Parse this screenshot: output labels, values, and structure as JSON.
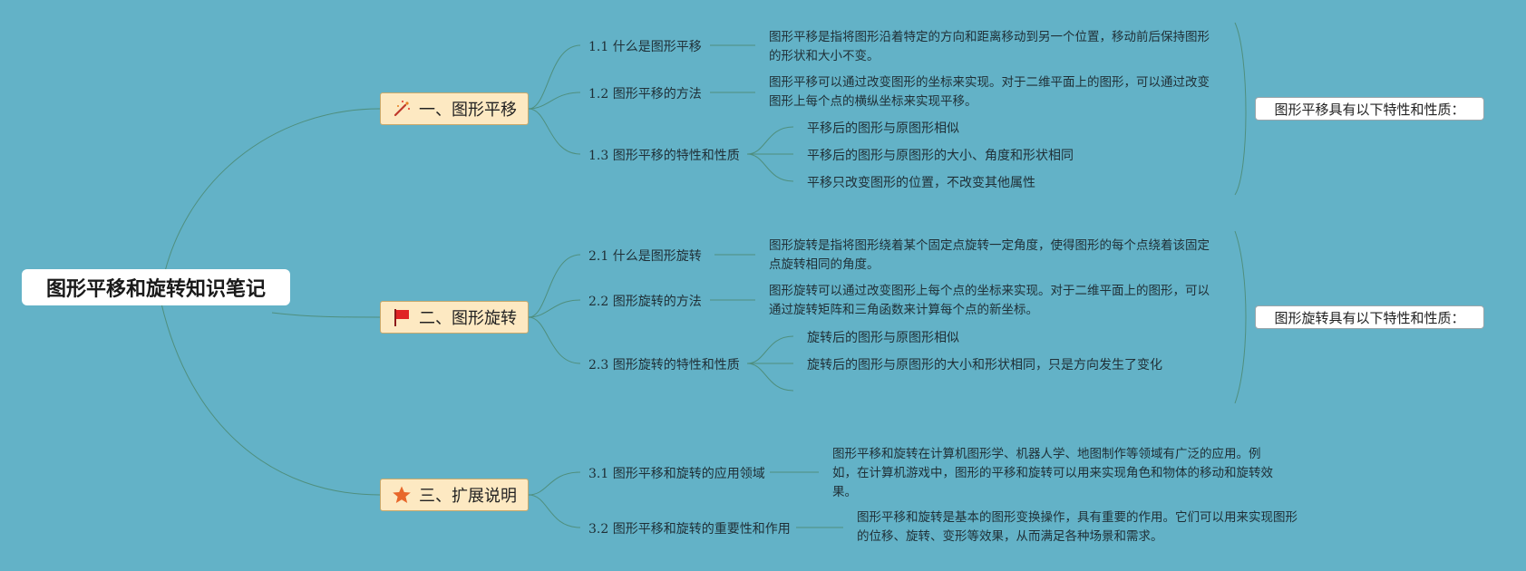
{
  "colors": {
    "background": "#63b2c7",
    "branch_fill": "#fde9c2",
    "line": "#4f8f7e",
    "root_fill": "#ffffff"
  },
  "root": {
    "title": "图形平移和旋转知识笔记"
  },
  "branches": [
    {
      "icon": "sparkle-wand-icon",
      "label": "一、图形平移",
      "subs": [
        {
          "label": "1.1 什么是图形平移",
          "desc": "图形平移是指将图形沿着特定的方向和距离移动到另一个位置，移动前后保持图形的形状和大小不变。"
        },
        {
          "label": "1.2 图形平移的方法",
          "desc": "图形平移可以通过改变图形的坐标来实现。对于二维平面上的图形，可以通过改变图形上每个点的横纵坐标来实现平移。"
        },
        {
          "label": "1.3 图形平移的特性和性质",
          "leaves": [
            "平移后的图形与原图形相似",
            "平移后的图形与原图形的大小、角度和形状相同",
            "平移只改变图形的位置，不改变其他属性"
          ]
        }
      ],
      "summary": "图形平移具有以下特性和性质："
    },
    {
      "icon": "red-flag-icon",
      "label": "二、图形旋转",
      "subs": [
        {
          "label": "2.1 什么是图形旋转",
          "desc": "图形旋转是指将图形绕着某个固定点旋转一定角度，使得图形的每个点绕着该固定点旋转相同的角度。"
        },
        {
          "label": "2.2 图形旋转的方法",
          "desc": "图形旋转可以通过改变图形上每个点的坐标来实现。对于二维平面上的图形，可以通过旋转矩阵和三角函数来计算每个点的新坐标。"
        },
        {
          "label": "2.3 图形旋转的特性和性质",
          "leaves": [
            "旋转后的图形与原图形相似",
            "旋转后的图形与原图形的大小和形状相同，只是方向发生了变化"
          ]
        }
      ],
      "summary": "图形旋转具有以下特性和性质："
    },
    {
      "icon": "orange-star-icon",
      "label": "三、扩展说明",
      "subs": [
        {
          "label": "3.1 图形平移和旋转的应用领域",
          "desc": "图形平移和旋转在计算机图形学、机器人学、地图制作等领域有广泛的应用。例如，在计算机游戏中，图形的平移和旋转可以用来实现角色和物体的移动和旋转效果。"
        },
        {
          "label": "3.2 图形平移和旋转的重要性和作用",
          "desc": "图形平移和旋转是基本的图形变换操作，具有重要的作用。它们可以用来实现图形的位移、旋转、变形等效果，从而满足各种场景和需求。"
        }
      ]
    }
  ]
}
